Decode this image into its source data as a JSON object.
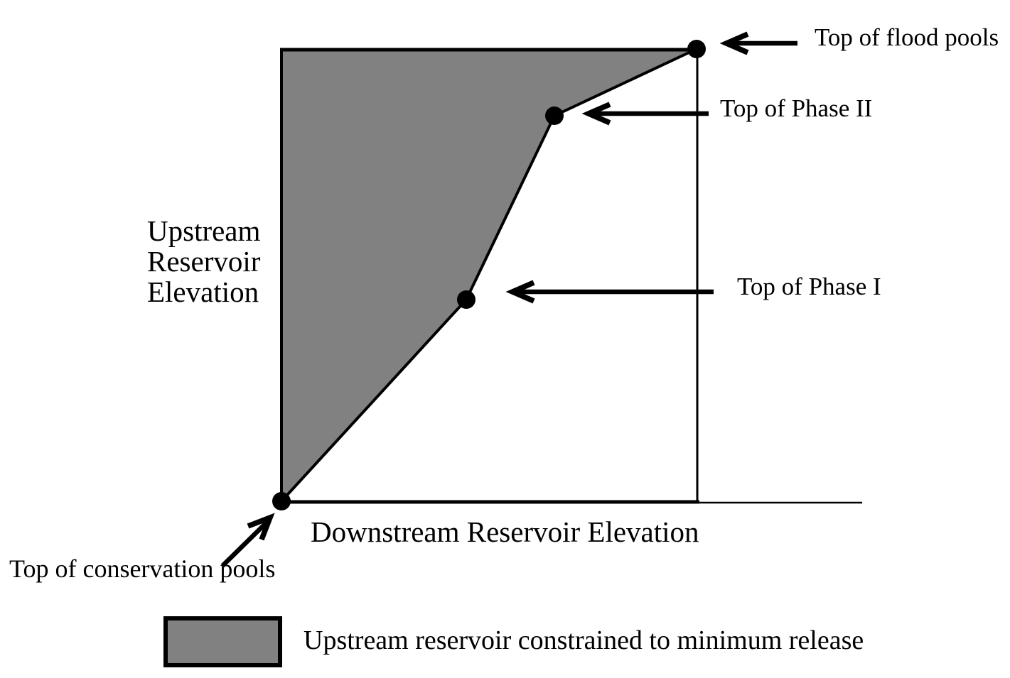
{
  "figure": {
    "background_color": "#ffffff",
    "line_color": "#000000",
    "region_fill_color": "#818181"
  },
  "y_axis_label": {
    "line1": "Upstream",
    "line2": "Reservoir",
    "line3": "Elevation"
  },
  "x_axis_label": "Downstream Reservoir Elevation",
  "callouts": {
    "flood_pools": "Top of flood pools",
    "phase_2": "Top of Phase II",
    "phase_1": "Top of Phase I",
    "conservation_pools": "Top of conservation pools"
  },
  "legend": {
    "label": "Upstream reservoir constrained to minimum release",
    "swatch_color": "#818181"
  },
  "chart_data": {
    "type": "area",
    "xlabel": "Downstream Reservoir Elevation",
    "ylabel": "Upstream Reservoir Elevation",
    "axis_tick_labels": [],
    "points_normalized": [
      {
        "label": "Top of conservation pools",
        "x": 0.0,
        "y": 0.0
      },
      {
        "label": "Top of Phase I",
        "x": 0.45,
        "y": 0.45
      },
      {
        "label": "Top of Phase II",
        "x": 0.66,
        "y": 0.85
      },
      {
        "label": "Top of flood pools",
        "x": 1.0,
        "y": 1.0
      }
    ],
    "shaded_region": "area between left axis and the pool-elevation curve",
    "legend_entries": [
      "Upstream reservoir constrained to minimum release"
    ]
  }
}
